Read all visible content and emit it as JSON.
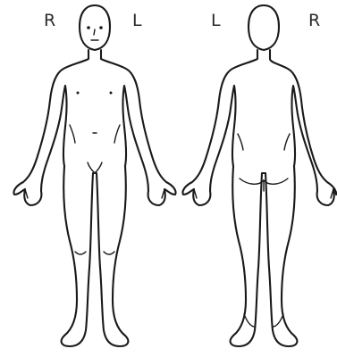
{
  "labels": {
    "front_right": "R",
    "front_left": "L",
    "back_left": "L",
    "back_right": "R"
  },
  "figures": [
    {
      "view": "front",
      "side_order": [
        "R",
        "L"
      ]
    },
    {
      "view": "back",
      "side_order": [
        "L",
        "R"
      ]
    }
  ],
  "colors": {
    "line": "#1a1a1a",
    "background": "#ffffff"
  }
}
